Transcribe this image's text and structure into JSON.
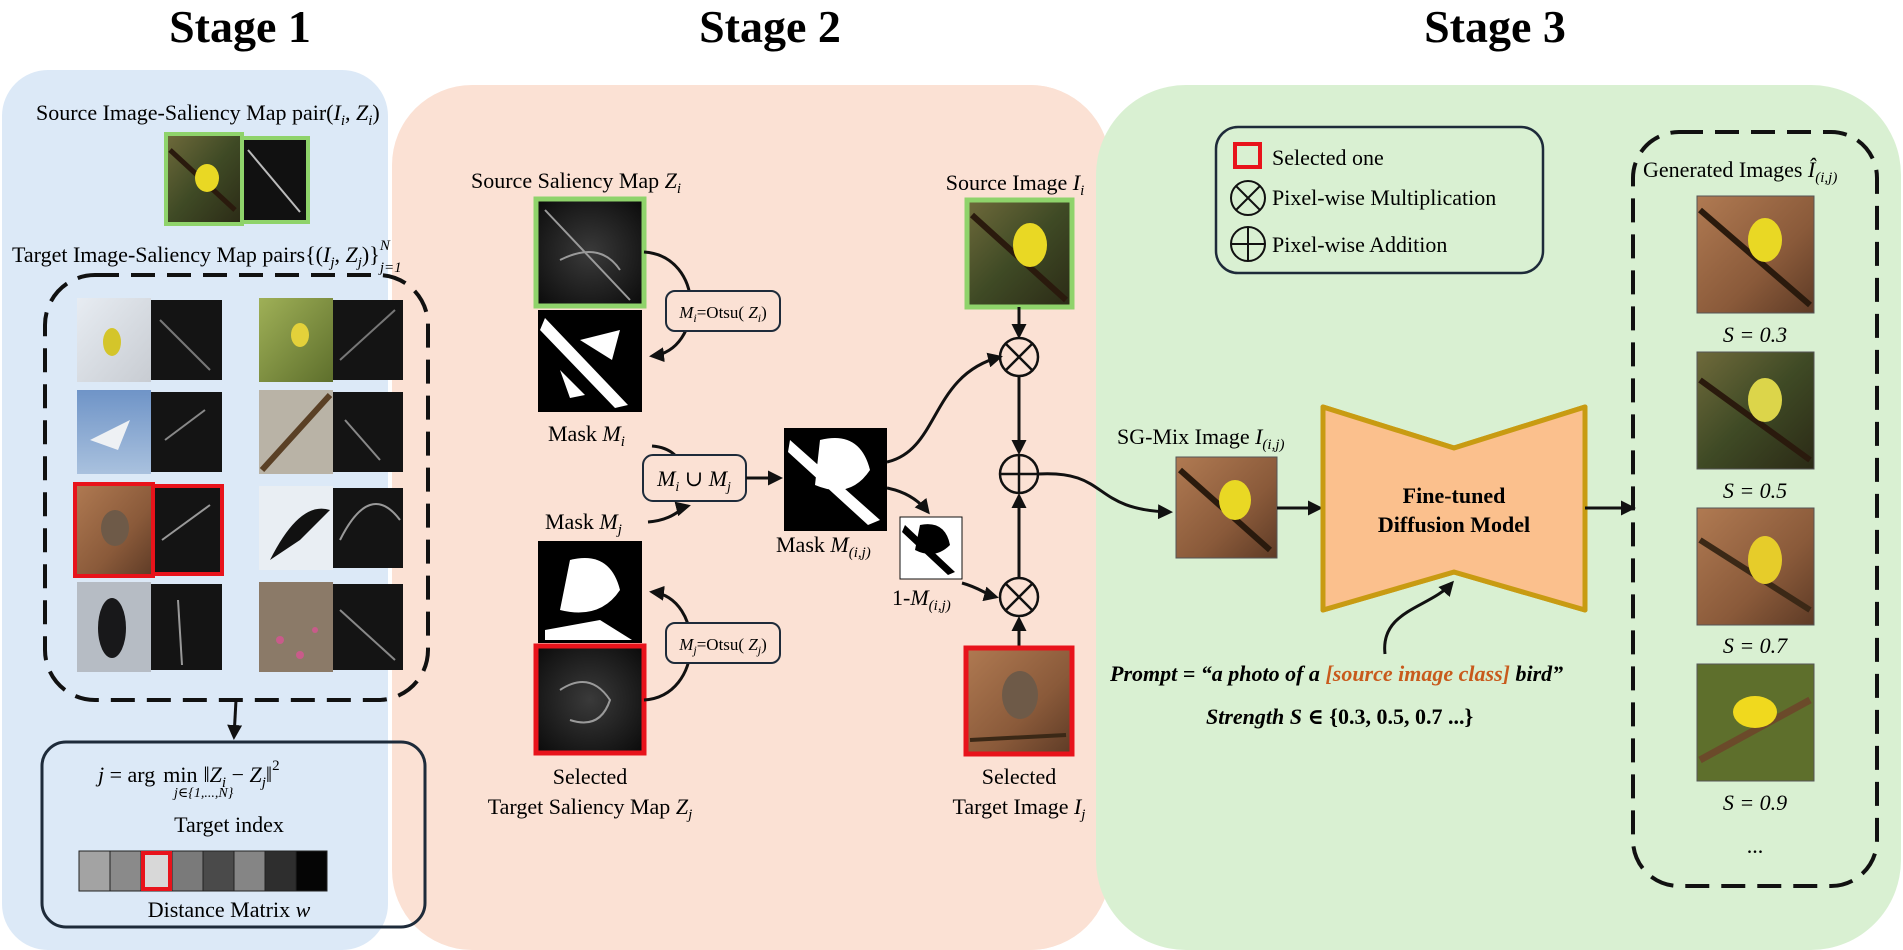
{
  "stages": {
    "stage1": "Stage 1",
    "stage2": "Stage 2",
    "stage3": "Stage 3"
  },
  "stage1": {
    "source_pair_label": "Source Image-Saliency Map pair(I_i, Z_i)",
    "target_pairs_label": "Target Image-Saliency Map pairs{(I_j, Z_j)}_{j=1}^N",
    "formula": "j = arg min_{j∈{1,...,N}} ||Z_i − Z_j||^2",
    "target_index_label": "Target index",
    "distance_matrix_label": "Distance Matrix w",
    "distance_cells": [
      "#a3a3a3",
      "#8a8a8a",
      "#d8d8d8",
      "#7a7a7a",
      "#4a4a4a",
      "#858585",
      "#2e2e2e",
      "#050505"
    ],
    "selected_cell_index": 2
  },
  "stage2": {
    "source_saliency_label": "Source Saliency Map Z_i",
    "otsu_i": "M_i=Otsu( Z_i)",
    "mask_i_label": "Mask M_i",
    "union_label": "M_i ∪ M_j",
    "mask_j_label": "Mask M_j",
    "otsu_j": "M_j=Otsu( Z_j)",
    "selected_saliency_label_1": "Selected",
    "selected_saliency_label_2": "Target Saliency Map Z_j",
    "mask_ij_label": "Mask M_(i,j)",
    "inv_mask_label": "1-M_(i,j)",
    "source_image_label": "Source Image I_i",
    "selected_target_label_1": "Selected",
    "selected_target_label_2": "Target Image I_j"
  },
  "stage3": {
    "legend_selected": "Selected one",
    "legend_multiplication": "Pixel-wise Multiplication",
    "legend_addition": "Pixel-wise Addition",
    "sgmix_label": "SG-Mix Image I_(i,j)",
    "model_line1": "Fine-tuned",
    "model_line2": "Diffusion Model",
    "prompt_prefix": "Prompt = “a photo of a ",
    "prompt_class": "[source image class]",
    "prompt_suffix": " bird”",
    "strength_text": "Strength S ∈ {0.3, 0.5, 0.7 ...}",
    "generated_title": "Generated Images Î_(i,j)",
    "generated_strengths": [
      "S = 0.3",
      "S = 0.5",
      "S = 0.7",
      "S = 0.9"
    ],
    "more": "..."
  },
  "colors": {
    "stage1_bg": "#dce9f7",
    "stage2_bg": "#fbe1d4",
    "stage3_bg": "#d9f0d2",
    "selected_border": "#e8131b",
    "source_border": "#8fd36b",
    "model_fill": "#fbc08d",
    "model_border": "#c89b12",
    "prompt_class": "#c85a1c"
  }
}
